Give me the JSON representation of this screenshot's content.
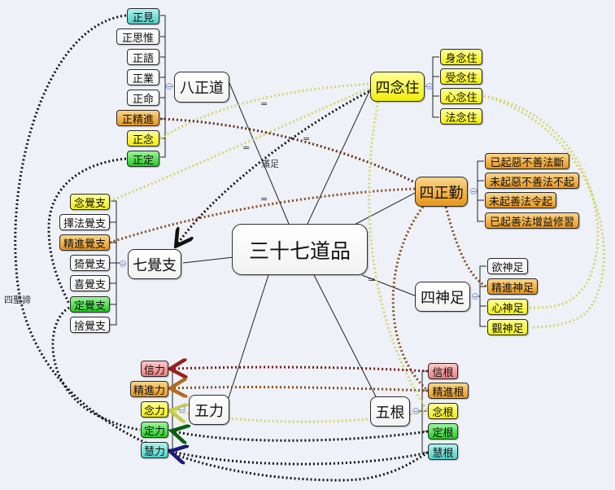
{
  "center": "三十七道品",
  "groups": {
    "bazhengdao": {
      "label": "八正道",
      "items": [
        "正見",
        "正思惟",
        "正語",
        "正業",
        "正命",
        "正精進",
        "正念",
        "正定"
      ]
    },
    "sinianzhu": {
      "label": "四念住",
      "items": [
        "身念住",
        "受念住",
        "心念住",
        "法念住"
      ]
    },
    "sizhengqin": {
      "label": "四正勤",
      "items": [
        "已起惡不善法斷",
        "未起惡不善法不起",
        "未起善法令起",
        "已起善法增益修習"
      ]
    },
    "sishenzu": {
      "label": "四神足",
      "items": [
        "欲神足",
        "精進神足",
        "心神足",
        "觀神足"
      ]
    },
    "qijuezhi": {
      "label": "七覺支",
      "items": [
        "念覺支",
        "擇法覺支",
        "精進覺支",
        "猗覺支",
        "喜覺支",
        "定覺支",
        "捨覺支"
      ]
    },
    "wuli": {
      "label": "五力",
      "items": [
        "信力",
        "精進力",
        "念力",
        "定力",
        "慧力"
      ]
    },
    "wugen": {
      "label": "五根",
      "items": [
        "信根",
        "精進根",
        "念根",
        "定根",
        "慧根"
      ]
    }
  },
  "annotations": {
    "manzu": "滿足",
    "sishengdi": "四聖諦",
    "equals": "="
  },
  "colors": {
    "faith": "#e87d7d",
    "effort": "#e89518",
    "mindfulness": "#f2ee08",
    "concentration": "#22cc22",
    "wisdom": "#4ccfc8"
  }
}
